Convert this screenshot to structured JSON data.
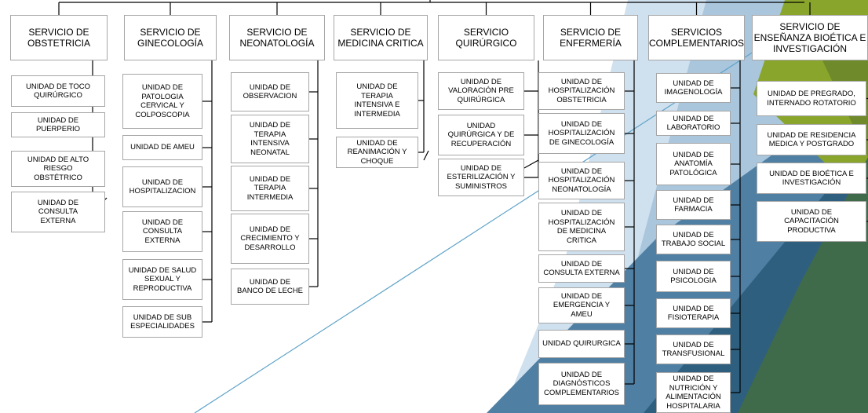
{
  "services": [
    {
      "title": "SERVICIO  DE\nOBSTETRICIA",
      "units": [
        "UNIDAD DE TOCO\nQUIRÚRGICO",
        "UNIDAD DE\nPUERPERIO",
        "UNIDAD DE ALTO\nRIESGO\nOBSTÉTRICO",
        "UNIDAD DE\nCONSULTA\nEXTERNA"
      ]
    },
    {
      "title": "SERVICIO DE\nGINECOLOGÍA",
      "units": [
        "UNIDAD DE\nPATOLOGIA\nCERVICAL Y\nCOLPOSCOPIA",
        "UNIDAD DE AMEU",
        "UNIDAD DE\nHOSPITALIZACION",
        "UNIDAD DE\nCONSULTA\nEXTERNA",
        "UNIDAD DE SALUD\nSEXUAL Y\nREPRODUCTIVA",
        "UNIDAD DE SUB\nESPECIALIDADES"
      ]
    },
    {
      "title": "SERVICIO DE\nNEONATOLOGÍA",
      "units": [
        "UNIDAD DE\nOBSERVACION",
        "UNIDAD DE\nTERAPIA\nINTENSIVA\nNEONATAL",
        "UNIDAD DE\nTERAPIA\nINTERMEDIA",
        "UNIDAD DE\nCRECIMIENTO Y\nDESARROLLO",
        "UNIDAD DE\nBANCO DE LECHE"
      ]
    },
    {
      "title": "SERVICIO DE\nMEDICINA CRITICA",
      "units": [
        "UNIDAD DE\nTERAPIA\nINTENSIVA E\nINTERMEDIA",
        "UNIDAD DE\nREANIMACIÓN Y\nCHOQUE"
      ]
    },
    {
      "title": "SERVICIO\nQUIRÚRGICO",
      "units": [
        "UNIDAD DE\nVALORACIÓN PRE\nQUIRÚRGICA",
        "UNIDAD\nQUIRÚRGICA Y DE\nRECUPERACIÓN",
        "UNIDAD DE\nESTERILIZACIÓN Y\nSUMINISTROS"
      ]
    },
    {
      "title": "SERVICIO DE\nENFERMERÍA",
      "units": [
        "UNIDAD DE\nHOSPITALIZACIÓN\nOBSTETRICIA",
        "UNIDAD DE\nHOSPITALIZACIÓN\nDE GINECOLOGÍA",
        "UNIDAD DE\nHOSPITALIZACIÓN\nNEONATOLOGÍA",
        "UNIDAD DE\nHOSPITALIZACIÓN\nDE MEDICINA\nCRITICA",
        "UNIDAD DE\nCONSULTA EXTERNA",
        "UNIDAD DE\nEMERGENCIA Y\nAMEU",
        "UNIDAD QUIRURGICA",
        "UNIDAD DE\nDIAGNÓSTICOS\nCOMPLEMENTARIOS"
      ]
    },
    {
      "title": "SERVICIOS\nCOMPLEMENTARIOS",
      "units": [
        "UNIDAD DE\nIMAGENOLOGÍA",
        "UNIDAD DE\nLABORATORIO",
        "UNIDAD DE\nANATOMÍA\nPATOLÓGICA",
        "UNIDAD DE\nFARMACIA",
        "UNIDAD DE\nTRABAJO SOCIAL",
        "UNIDAD DE\nPSICOLOGIA",
        "UNIDAD DE\nFISIOTERAPIA",
        "UNIDAD DE\nTRANSFUSIONAL",
        "UNIDAD DE\nNUTRICIÓN Y\nALIMENTACIÓN\nHOSPITALARIA"
      ]
    },
    {
      "title": "SERVICIO DE\nENSEÑANZA BIOÉTICA E\nINVESTIGACIÓN",
      "units": [
        "UNIDAD DE PREGRADO,\nINTERNADO ROTATORIO",
        "UNIDAD DE RESIDENCIA\nMEDICA Y POSTGRADO",
        "UNIDAD DE BIOÉTICA E\nINVESTIGACIÓN",
        "UNIDAD DE\nCAPACITACIÓN\nPRODUCTIVA"
      ]
    }
  ],
  "colors": {
    "line": "#000000",
    "border": "#a6a6a6",
    "accent_green": "#8aa52c",
    "accent_blue": "#3f6d8f",
    "accent_light": "#bcd4e6"
  }
}
